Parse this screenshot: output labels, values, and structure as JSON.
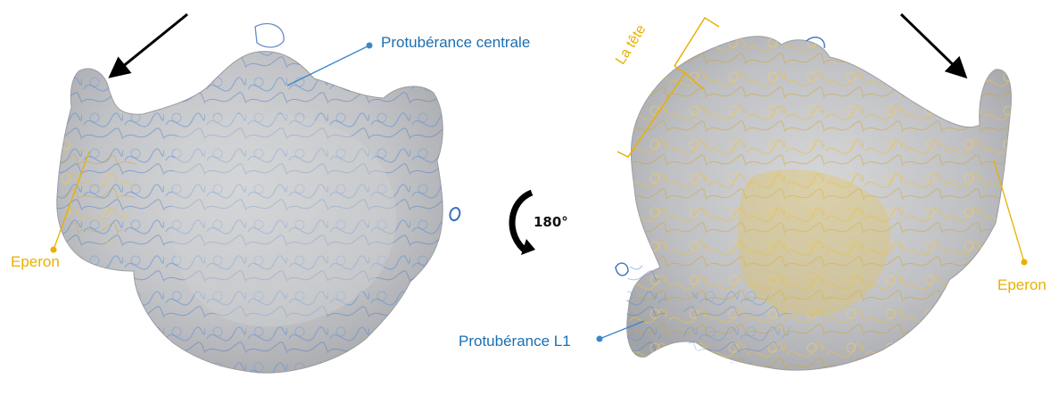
{
  "labels": {
    "central": "Protubérance centrale",
    "l1": "Protubérance L1",
    "eperon_left": "Eperon",
    "eperon_right": "Eperon",
    "tete": "La tête",
    "rotation": "180°"
  },
  "colors": {
    "blue_label": "#1a6fb3",
    "gold_label": "#e8b000",
    "density_surface": "#c4c5c8",
    "density_shadow": "#9fa0a4",
    "blue_ribbon": "#4a86d2",
    "gold_ribbon": "#e8c04a",
    "arrow": "#000000"
  },
  "icons": {
    "rotation": "curved-rotation-arrow-icon",
    "view_arrows": "direction-arrow-icon"
  }
}
